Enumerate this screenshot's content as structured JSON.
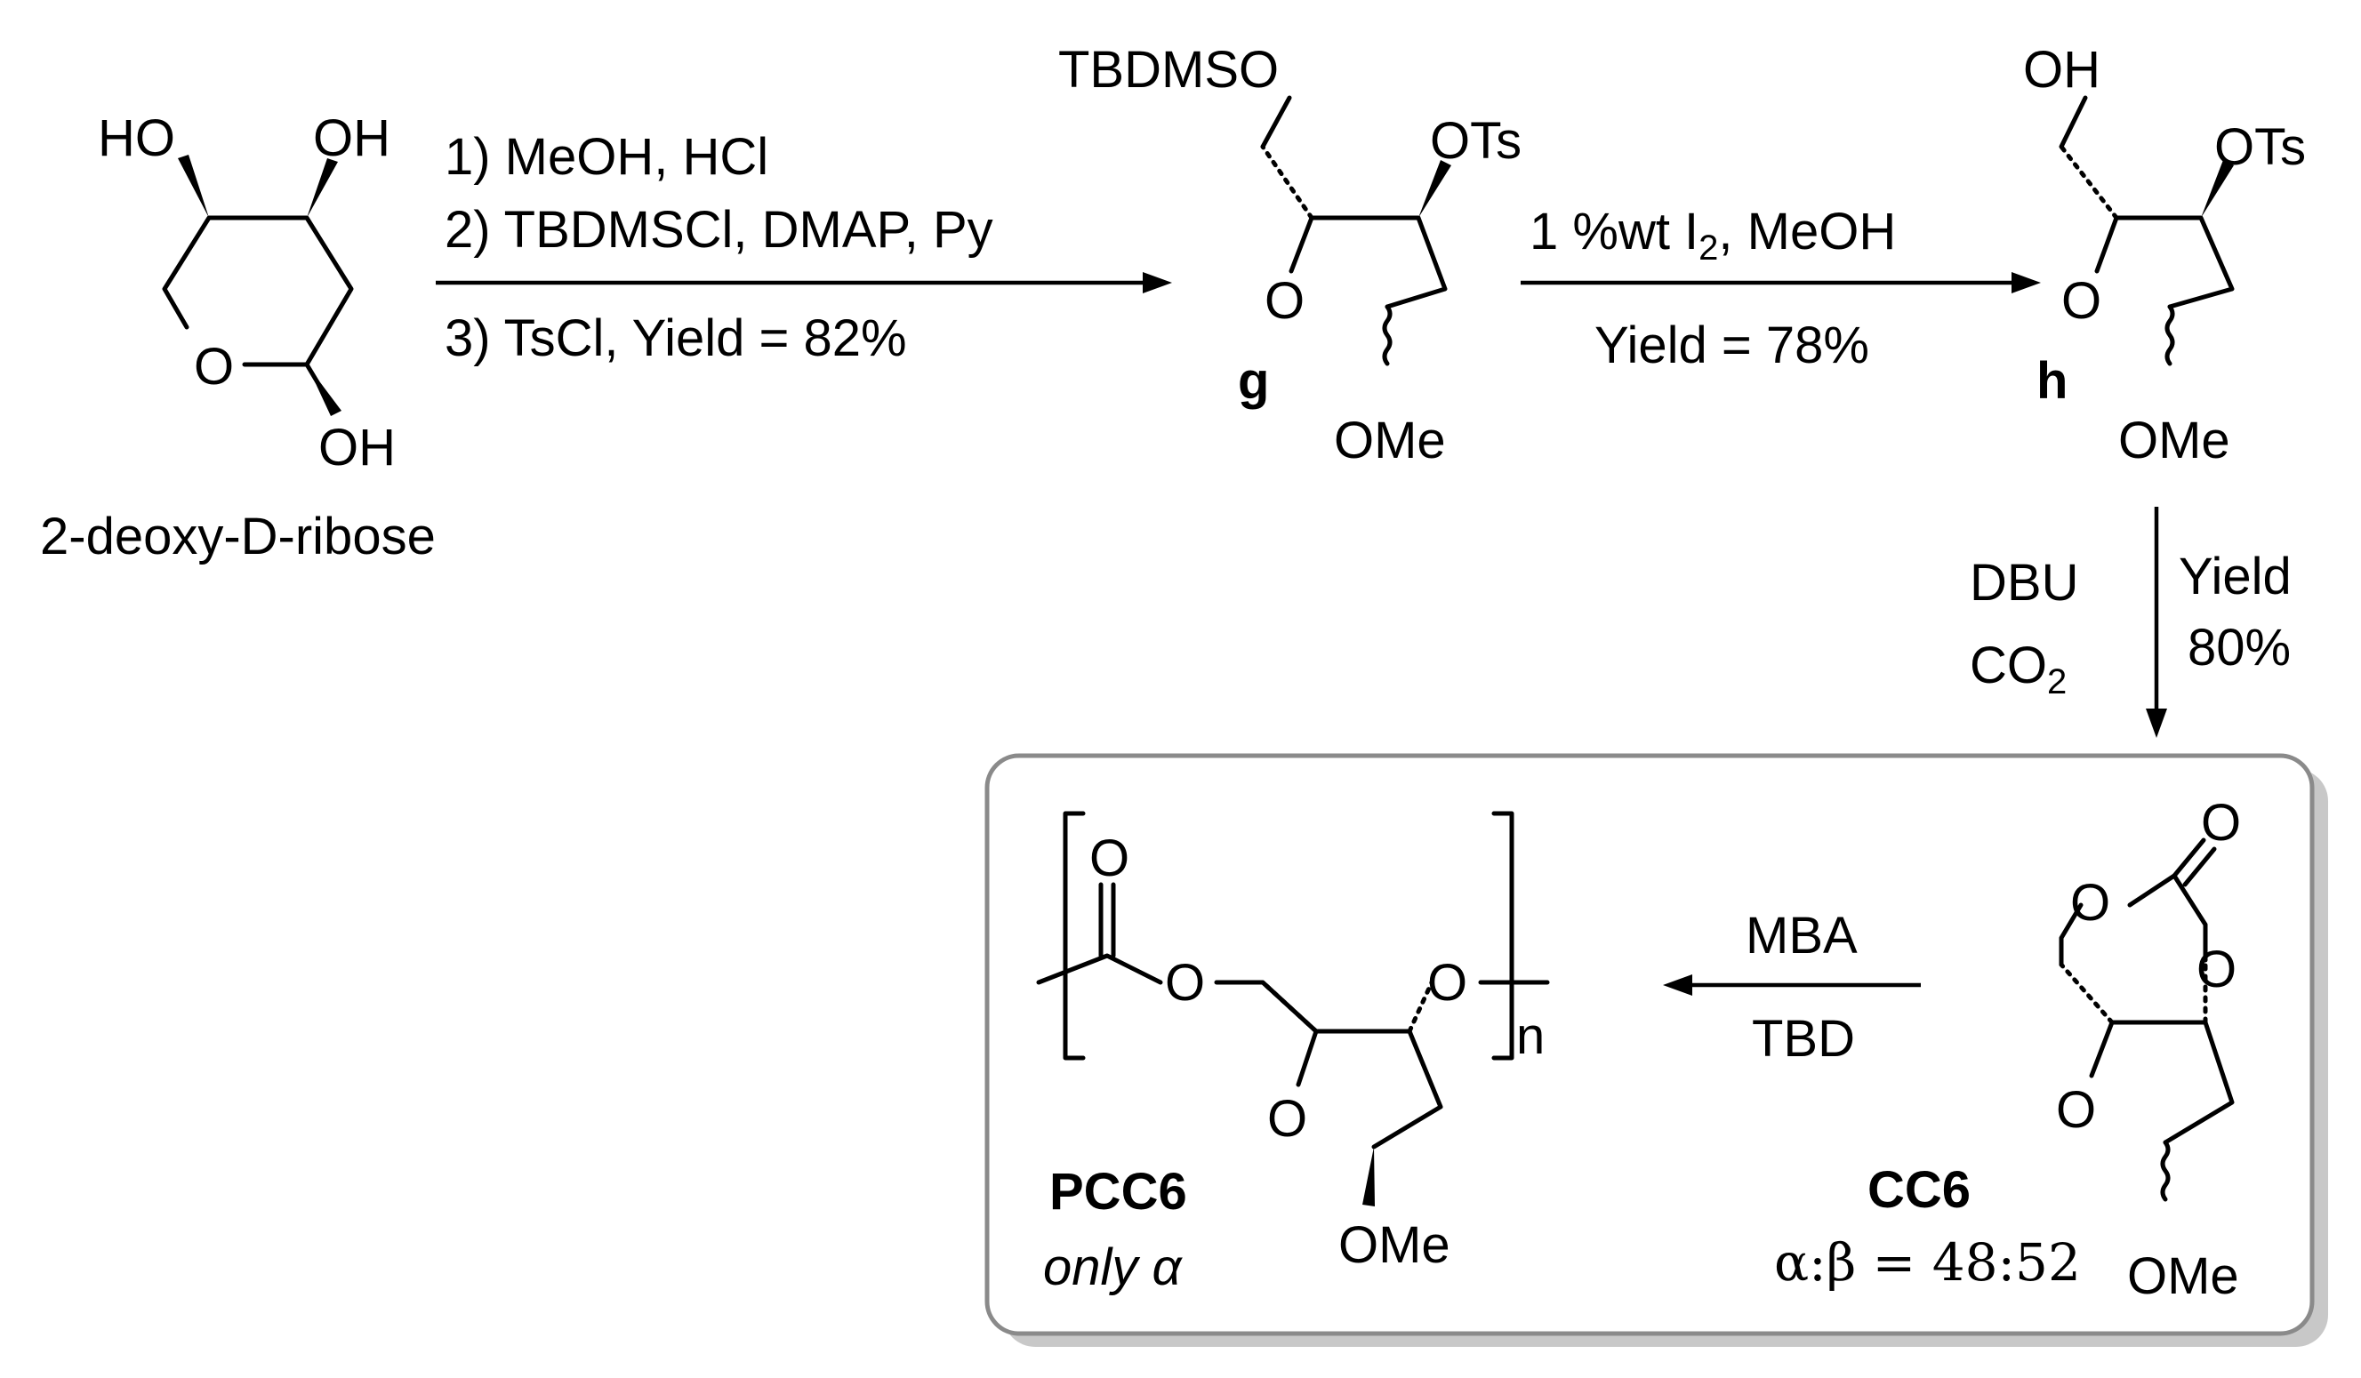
{
  "start": {
    "name": "2-deoxy-D-ribose",
    "labels": {
      "ho": "HO",
      "oh_top": "OH",
      "ring_o": "O",
      "oh_bottom": "OH"
    }
  },
  "step1": {
    "line1": "1) MeOH, HCl",
    "line2": "2) TBDMSCl, DMAP, Py",
    "line3": "3) TsCl, Yield = 82%"
  },
  "compound_g": {
    "id": "g",
    "labels": {
      "silyl": "TBDMSO",
      "ots": "OTs",
      "ring_o": "O",
      "ome": "OMe"
    }
  },
  "step2": {
    "reagent_prefix": "1 %wt I",
    "reagent_sub": "2",
    "reagent_suffix": ", MeOH",
    "yield": "Yield = 78%"
  },
  "compound_h": {
    "id": "h",
    "labels": {
      "oh": "OH",
      "ots": "OTs",
      "ring_o": "O",
      "ome": "OMe"
    }
  },
  "step3": {
    "reagent1": "DBU",
    "reagent2_prefix": "CO",
    "reagent2_sub": "2",
    "yield_word": "Yield",
    "yield_value": "80%"
  },
  "compound_cc6": {
    "id": "CC6",
    "ratio": "α:β = 48:52",
    "labels": {
      "carbonyl_o": "O",
      "ester_o_left": "O",
      "ester_o_right": "O",
      "ring_o": "O",
      "ome": "OMe"
    }
  },
  "step4": {
    "reagent1": "MBA",
    "reagent2": "TBD"
  },
  "polymer_pcc6": {
    "id": "PCC6",
    "note": "only α",
    "repeat": "n",
    "labels": {
      "carbonyl_o": "O",
      "ester_o": "O",
      "ring_o_link": "O",
      "ring_o": "O",
      "ome": "OMe"
    }
  }
}
